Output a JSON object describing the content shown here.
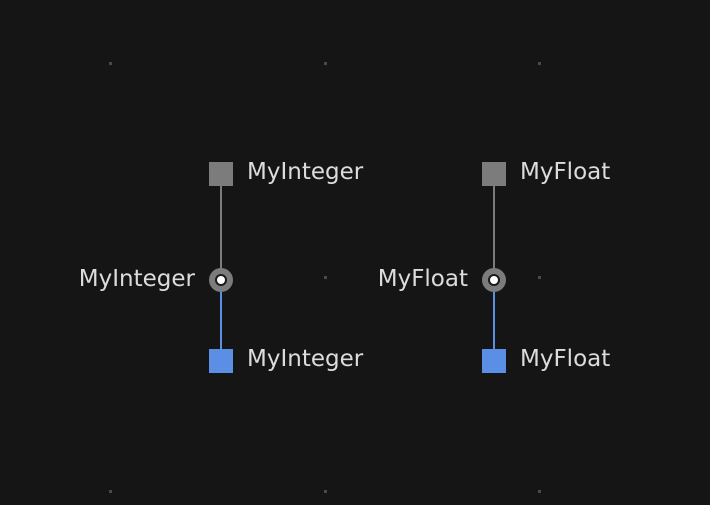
{
  "graph": {
    "nodes": [
      {
        "id": "integer-group",
        "top_port": {
          "label": "MyInteger",
          "color": "#7c7c7c"
        },
        "junction": {
          "label": "MyInteger"
        },
        "bottom_port": {
          "label": "MyInteger",
          "color": "#5b8fe6"
        }
      },
      {
        "id": "float-group",
        "top_port": {
          "label": "MyFloat",
          "color": "#7c7c7c"
        },
        "junction": {
          "label": "MyFloat"
        },
        "bottom_port": {
          "label": "MyFloat",
          "color": "#5b8fe6"
        }
      }
    ]
  }
}
